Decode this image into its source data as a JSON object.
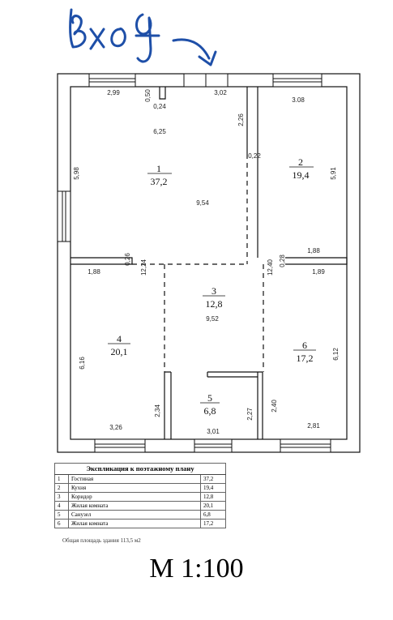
{
  "annotation": {
    "handwritten_label": "вход",
    "ink_color": "#1e4fa8"
  },
  "rooms": [
    {
      "number": "1",
      "area": "37,2"
    },
    {
      "number": "2",
      "area": "19,4"
    },
    {
      "number": "3",
      "area": "12,8"
    },
    {
      "number": "4",
      "area": "20,1"
    },
    {
      "number": "5",
      "area": "6,8"
    },
    {
      "number": "6",
      "area": "17,2"
    }
  ],
  "dimensions": {
    "d_2_99": "2,99",
    "d_0_50": "0,50",
    "d_0_24": "0,24",
    "d_3_02": "3,02",
    "d_3_08": "3.08",
    "d_2_26": "2,26",
    "d_6_25": "6,25",
    "d_0_22": "0,22",
    "d_5_98": "5,98",
    "d_5_91": "5,91",
    "d_9_54": "9,54",
    "d_1_88a": "1,88",
    "d_1_88b": "1,88",
    "d_0_26": "0,26",
    "d_12_24": "12,24",
    "d_12_40": "12,40",
    "d_0_28": "0,28",
    "d_1_89": "1,89",
    "d_9_52": "9,52",
    "d_6_16": "6,16",
    "d_6_12": "6,12",
    "d_2_34": "2,34",
    "d_2_27": "2,27",
    "d_2_40": "2,40",
    "d_3_26": "3,26",
    "d_3_01": "3,01",
    "d_2_81": "2,81"
  },
  "legend": {
    "title": "Экспликация к поэтажному плану",
    "rows": [
      {
        "num": "1",
        "name": "Гостиная",
        "area": "37,2"
      },
      {
        "num": "2",
        "name": "Кухня",
        "area": "19,4"
      },
      {
        "num": "3",
        "name": "Коридор",
        "area": "12,8"
      },
      {
        "num": "4",
        "name": "Жилая комната",
        "area": "20,1"
      },
      {
        "num": "5",
        "name": "Санузел",
        "area": "6,8"
      },
      {
        "num": "6",
        "name": "Жилая комната",
        "area": "17,2"
      }
    ],
    "total": "Общая площадь здания 113,5 м2"
  },
  "scale_label": "М 1:100"
}
